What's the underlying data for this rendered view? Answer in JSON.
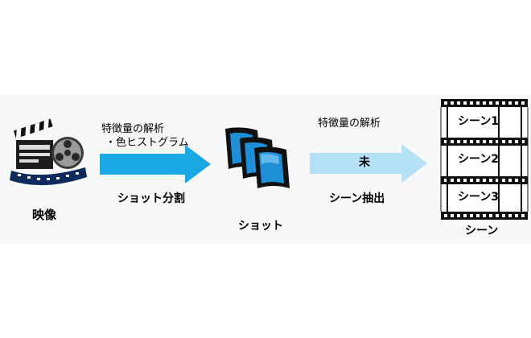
{
  "source": {
    "label": "映像",
    "icon": "film-clapper-reel-icon"
  },
  "step1": {
    "top_label": "特徴量の解析",
    "sub_label": "・色ヒストグラム",
    "bottom_label": "ショット分割",
    "arrow_color": "#1aa7e6"
  },
  "shots": {
    "label": "ショット",
    "icon": "film-strips-icon",
    "film_color": "#1e8fd6"
  },
  "step2": {
    "top_label": "特徴量の解析",
    "inner_label": "未",
    "bottom_label": "シーン抽出",
    "arrow_color": "#b4e0f8"
  },
  "scenes": {
    "label": "シーン",
    "items": [
      {
        "label": "シーン1"
      },
      {
        "label": "シーン2"
      },
      {
        "label": "シーン3"
      }
    ]
  }
}
